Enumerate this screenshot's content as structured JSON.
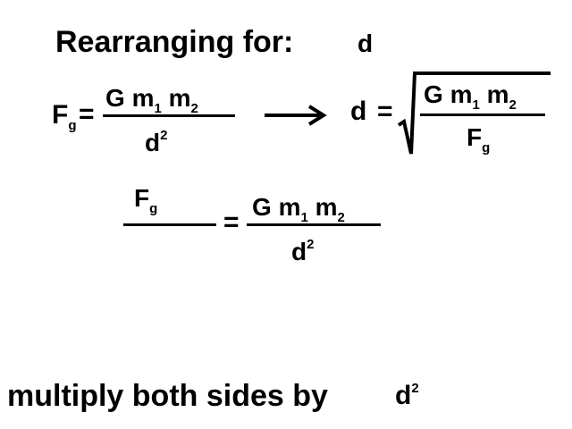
{
  "heading": {
    "prefix": "Rearranging for:",
    "variable": "d"
  },
  "eq1": {
    "lhs": "F",
    "lhs_sub": "g",
    "equals": "=",
    "num_G": "G",
    "num_m": "m",
    "sub1": "1",
    "num_m2": "m",
    "sub2": "2",
    "den": "d",
    "den_exp": "2"
  },
  "arrow": "⟶",
  "result": {
    "lhs": "d",
    "equals": "=",
    "num_G": "G",
    "num_m": "m",
    "sub1": "1",
    "num_m2": "m",
    "sub2": "2",
    "den": "F",
    "den_sub": "g"
  },
  "eq2": {
    "num": "F",
    "num_sub": "g",
    "equals": "=",
    "num_G": "G",
    "num_m": "m",
    "sub1": "1",
    "num_m2": "m",
    "sub2": "2",
    "den": "d",
    "den_exp": "2"
  },
  "instruction": {
    "text": "multiply both sides by",
    "var": "d",
    "exp": "2"
  }
}
